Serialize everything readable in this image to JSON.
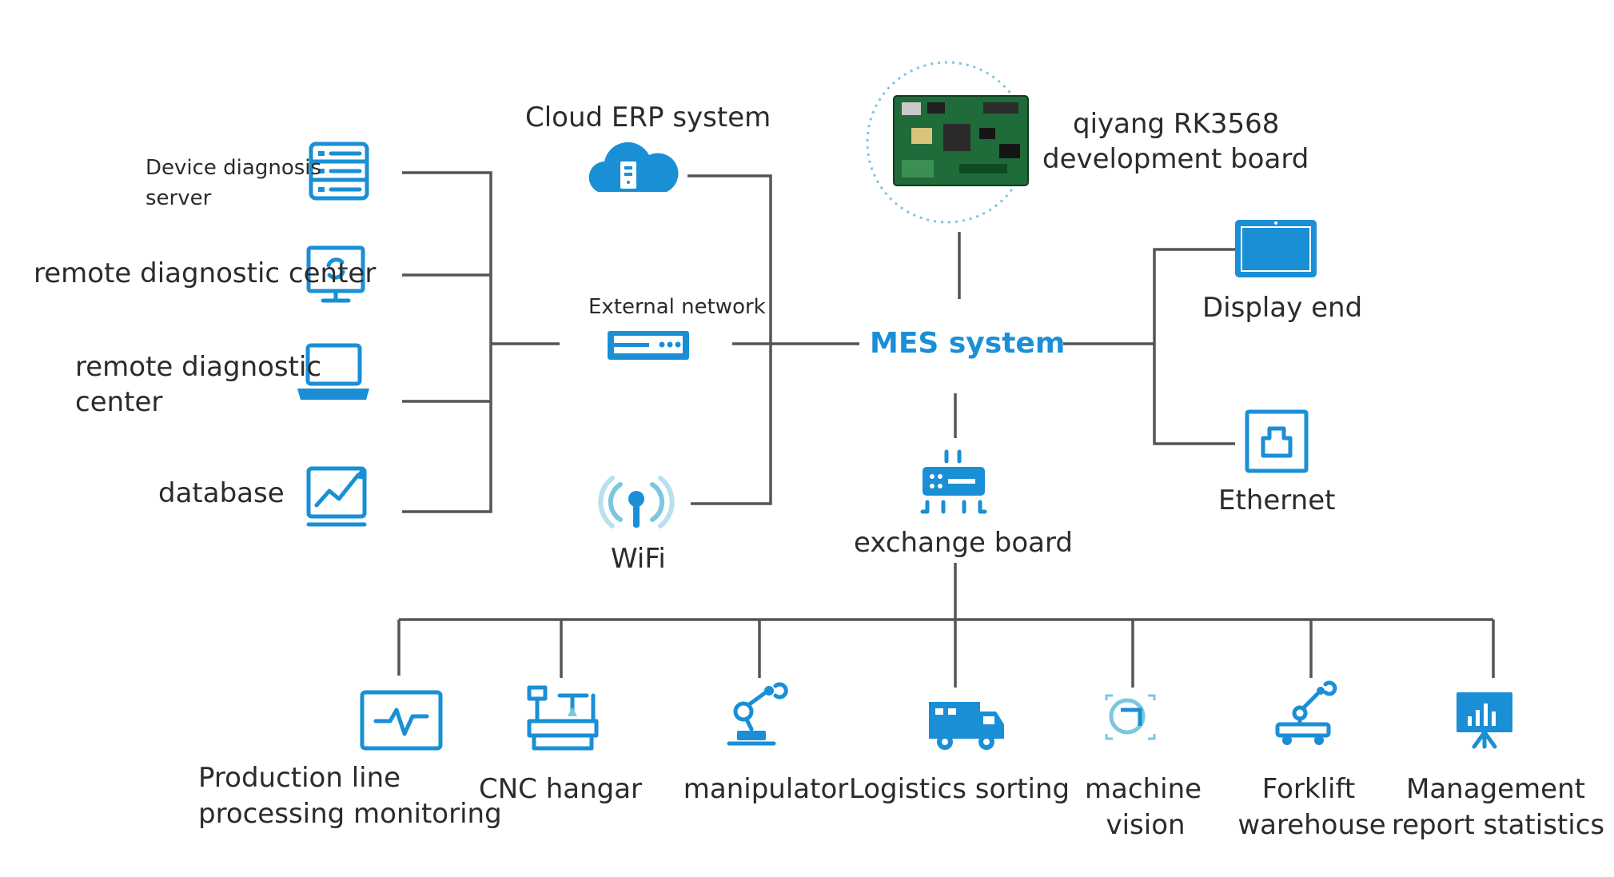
{
  "colors": {
    "accent": "#1a8fd6",
    "line": "#555555",
    "text": "#2b2b2b"
  },
  "center": {
    "label": "MES system"
  },
  "board": {
    "label_line1": "qiyang RK3568",
    "label_line2": "development board"
  },
  "left_nodes": [
    {
      "label_line1": "Device diagnosis",
      "label_line2": "server",
      "icon": "server-rack-icon"
    },
    {
      "label_line1": "remote diagnostic center",
      "icon": "monitor-sync-icon"
    },
    {
      "label_line1": "remote diagnostic",
      "label_line2": "center",
      "icon": "laptop-icon"
    },
    {
      "label_line1": "database",
      "icon": "trend-chart-icon"
    }
  ],
  "network_nodes": [
    {
      "label": "Cloud ERP system",
      "icon": "cloud-server-icon"
    },
    {
      "label": "External network",
      "icon": "network-device-icon"
    },
    {
      "label": "WiFi",
      "icon": "wifi-antenna-icon"
    }
  ],
  "right_nodes": [
    {
      "label": "Display end",
      "icon": "tablet-icon"
    },
    {
      "label": "Ethernet",
      "icon": "ethernet-port-icon"
    }
  ],
  "switch": {
    "label": "exchange board",
    "icon": "switch-icon"
  },
  "bottom_nodes": [
    {
      "label_line1": "Production line",
      "label_line2": "processing monitoring",
      "icon": "pulse-monitor-icon"
    },
    {
      "label_line1": "CNC hangar",
      "icon": "cnc-machine-icon"
    },
    {
      "label_line1": "manipulator",
      "icon": "robot-arm-icon"
    },
    {
      "label_line1": "Logistics sorting",
      "icon": "truck-icon"
    },
    {
      "label_line1": "machine",
      "label_line2": "vision",
      "icon": "eye-lens-icon"
    },
    {
      "label_line1": "Forklift",
      "label_line2": "warehouse",
      "icon": "forklift-robot-icon"
    },
    {
      "label_line1": "Management",
      "label_line2": "report statistics",
      "icon": "report-board-icon"
    }
  ]
}
